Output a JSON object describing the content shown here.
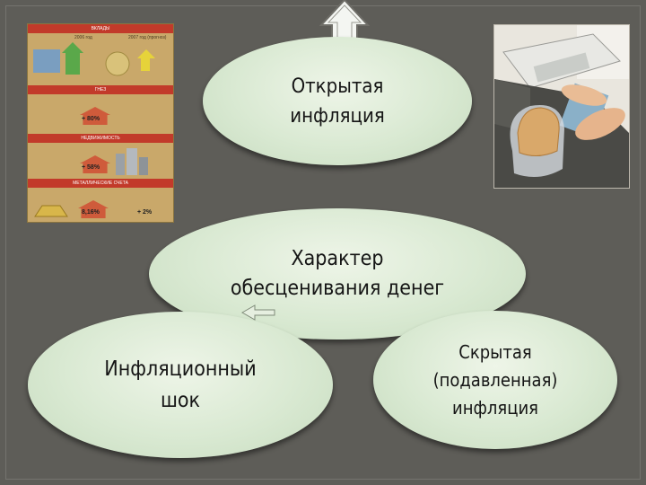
{
  "diagram": {
    "center": "Характер\nобесценивания денег",
    "top": "Открытая\nинфляция",
    "left": "Инфляционный\nшок",
    "right": "Скрытая\n(подавленная)\nинфляция"
  },
  "infographic": {
    "sections": [
      {
        "title": "ВКЛАДЫ"
      },
      {
        "title": "ГНЕЗ"
      },
      {
        "title": "НЕДВИЖИМОСТЬ"
      },
      {
        "title": "МЕТАЛЛИЧЕСКИЕ СЧЕТА"
      }
    ],
    "year_2006": "2006 год",
    "year_2007": "2007 год (прогноз)",
    "percents": [
      "+ 80%",
      "+ 58%",
      "8,16%",
      "+ 2%"
    ]
  },
  "colors": {
    "background": "#5e5d58",
    "ellipse_fill": "#d9e9d2",
    "text": "#151515"
  }
}
